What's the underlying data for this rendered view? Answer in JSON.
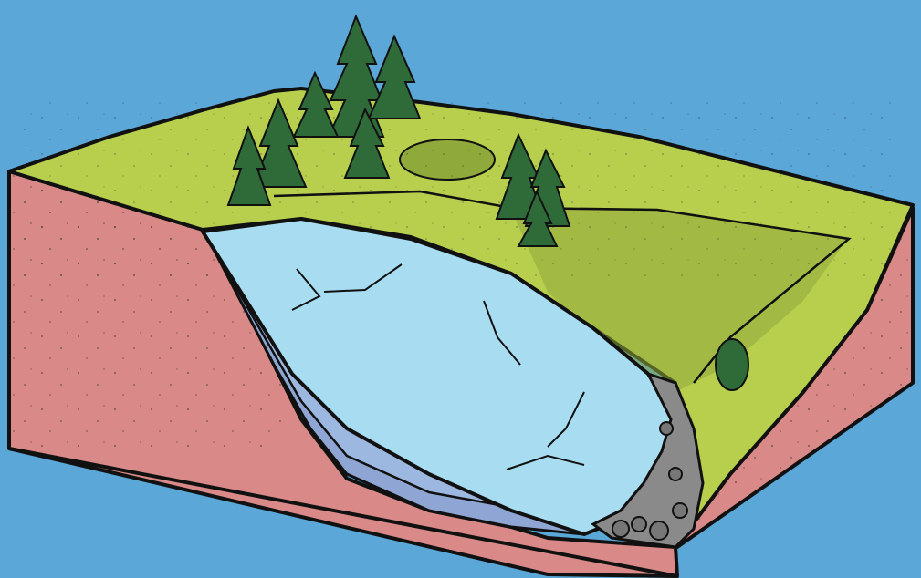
{
  "diagram": {
    "kind": "glacier-block-diagram",
    "labels": [],
    "colors": {
      "background": "#5aa7d8",
      "bedrock": "#d98a88",
      "grass": "#b8cf4e",
      "grass_shadow": "#8faa3a",
      "ice": "#a8dcf0",
      "ice_layers": "#8fa6d4",
      "moraine": "#8a8a8a",
      "tree": "#2f6b38",
      "outline": "#111111"
    },
    "parts": [
      {
        "id": "bedrock-block",
        "icon": "rock-cross-section"
      },
      {
        "id": "grass-surface",
        "icon": "meadow"
      },
      {
        "id": "glacier-ice",
        "icon": "ice"
      },
      {
        "id": "moraine",
        "icon": "boulders"
      },
      {
        "id": "conifer-trees",
        "icon": "tree"
      }
    ]
  }
}
